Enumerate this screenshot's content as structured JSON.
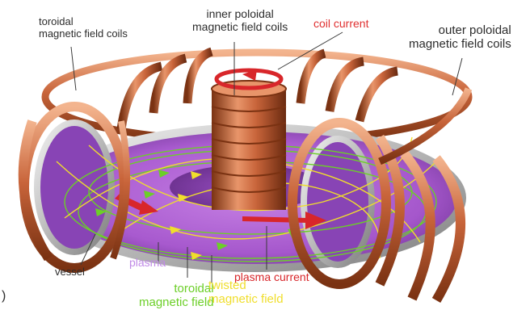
{
  "labels": {
    "toroidal_coils_line1": "toroidal",
    "toroidal_coils_line2": "magnetic field coils",
    "inner_poloidal_line1": "inner poloidal",
    "inner_poloidal_line2": "magnetic field coils",
    "coil_current": "coil current",
    "outer_poloidal_line1": "outer poloidal",
    "outer_poloidal_line2": "magnetic field coils",
    "vessel": "vessel",
    "plasma": "plasma",
    "plasma_current": "plasma current",
    "toroidal_field_line1": "toroidal",
    "toroidal_field_line2": "magnetic field",
    "twisted_field_line1": "twisted",
    "twisted_field_line2": "magnetic field",
    "edge_glyph": ")"
  },
  "colors": {
    "copper": "#c8643a",
    "copper_dark": "#7a3212",
    "copper_light": "#f3b48e",
    "plasma": "#a64fd1",
    "coil_current_text": "#e03030",
    "plasma_label": "#c08ae6",
    "plasma_current_text": "#d8262a",
    "toroidal_field": "#6ccf28",
    "twisted_field": "#f0de2c",
    "label_text": "#2c2c2c"
  }
}
